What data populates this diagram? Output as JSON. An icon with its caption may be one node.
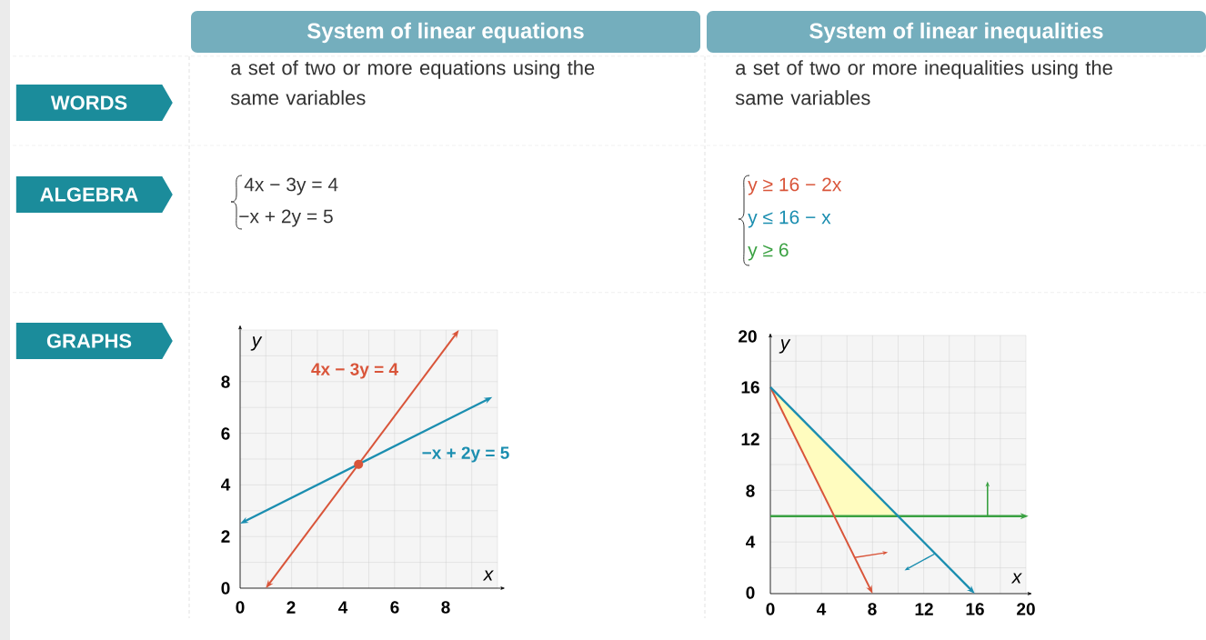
{
  "diagram": {
    "nodes": [
      {
        "text": [
          "System of linear equations"
        ]
      },
      {
        "text": [
          "System of linear inequalities"
        ]
      },
      {
        "text": [
          "WORDS"
        ]
      },
      {
        "text": [
          "ALGEBRA"
        ]
      },
      {
        "text": [
          "GRAPHS"
        ]
      }
    ],
    "labels": [
      "a set of two or more equations using the same variables",
      "a set of two or more inequalities using the same variables",
      "4x − 3y = 4",
      "−x + 2y = 5",
      "y ≥ 16 − 2x",
      "y ≤ 16 − x",
      "y ≥ 6",
      "y",
      "4x − 3y = 4",
      "−x + 2y = 5",
      "8",
      "6",
      "4",
      "2",
      "0",
      "x",
      "0",
      "2",
      "4",
      "6",
      "8",
      "20",
      "y",
      "16",
      "12",
      "8",
      "4",
      "0",
      "x",
      "0",
      "4",
      "8",
      "12",
      "16",
      "20"
    ]
  }
}
